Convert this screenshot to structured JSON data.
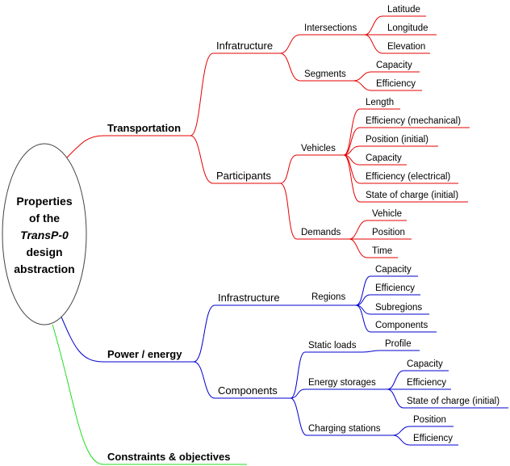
{
  "root": {
    "lines": [
      "Properties",
      "of the",
      "TransP-0",
      "design",
      "abstraction"
    ],
    "italic_line": 2
  },
  "colors": {
    "transport": "#e60000",
    "power": "#0000d0",
    "constraints": "#22dd22"
  },
  "transport": {
    "label": "Transportation",
    "infra": {
      "label": "Infratructure",
      "intersections": {
        "label": "Intersections",
        "items": [
          "Latitude",
          "Longitude",
          "Elevation"
        ]
      },
      "segments": {
        "label": "Segments",
        "items": [
          "Capacity",
          "Efficiency"
        ]
      }
    },
    "participants": {
      "label": "Participants",
      "vehicles": {
        "label": "Vehicles",
        "items": [
          "Length",
          "Efficiency (mechanical)",
          "Position (initial)",
          "Capacity",
          "Efficiency (electrical)",
          "State of charge (initial)"
        ]
      },
      "demands": {
        "label": "Demands",
        "items": [
          "Vehicle",
          "Position",
          "Time"
        ]
      }
    }
  },
  "power": {
    "label": "Power / energy",
    "infra": {
      "label": "Infrastructure",
      "regions": {
        "label": "Regions",
        "items": [
          "Capacity",
          "Efficiency",
          "Subregions",
          "Components"
        ]
      }
    },
    "components": {
      "label": "Components",
      "static_loads": {
        "label": "Static loads",
        "items": [
          "Profile"
        ]
      },
      "energy_storages": {
        "label": "Energy storages",
        "items": [
          "Capacity",
          "Efficiency",
          "State of charge (initial)"
        ]
      },
      "charging_stations": {
        "label": "Charging stations",
        "items": [
          "Position",
          "Efficiency"
        ]
      }
    }
  },
  "constraints": {
    "label": "Constraints & objectives"
  }
}
